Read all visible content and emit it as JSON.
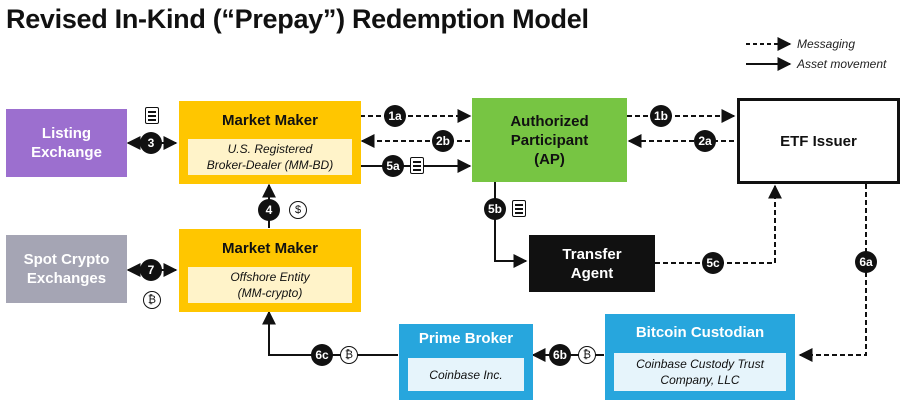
{
  "title": "Revised In-Kind (“Prepay”) Redemption Model",
  "legend": {
    "messaging": "Messaging",
    "asset_movement": "Asset movement"
  },
  "nodes": {
    "listing_exchange": {
      "line1": "Listing",
      "line2": "Exchange"
    },
    "spot_crypto": {
      "line1": "Spot Crypto",
      "line2": "Exchanges"
    },
    "mm_bd": {
      "title": "Market Maker",
      "sub1": "U.S. Registered",
      "sub2": "Broker-Dealer (MM-BD)"
    },
    "mm_crypto": {
      "title": "Market Maker",
      "sub1": "Offshore Entity",
      "sub2": "(MM-crypto)"
    },
    "ap": {
      "line1": "Authorized",
      "line2": "Participant",
      "line3": "(AP)"
    },
    "etf_issuer": {
      "label": "ETF Issuer"
    },
    "transfer_agent": {
      "line1": "Transfer",
      "line2": "Agent"
    },
    "prime_broker": {
      "title": "Prime Broker",
      "sub": "Coinbase Inc."
    },
    "custodian": {
      "title": "Bitcoin Custodian",
      "sub1": "Coinbase Custody Trust",
      "sub2": "Company, LLC"
    }
  },
  "steps": {
    "s1a": "1a",
    "s1b": "1b",
    "s2a": "2a",
    "s2b": "2b",
    "s3": "3",
    "s4": "4",
    "s5a": "5a",
    "s5b": "5b",
    "s5c": "5c",
    "s6a": "6a",
    "s6b": "6b",
    "s6c": "6c",
    "s7": "7"
  },
  "symbols": {
    "bitcoin": "₿",
    "dollar": "$"
  },
  "colors": {
    "purple": "#9c6fcf",
    "gray": "#a5a5b4",
    "yellow": "#ffc600",
    "green": "#77c543",
    "blue": "#27a6dd",
    "black": "#111111"
  },
  "icons": [
    "document-icon",
    "bitcoin-icon",
    "dollar-icon",
    "step-badge"
  ]
}
